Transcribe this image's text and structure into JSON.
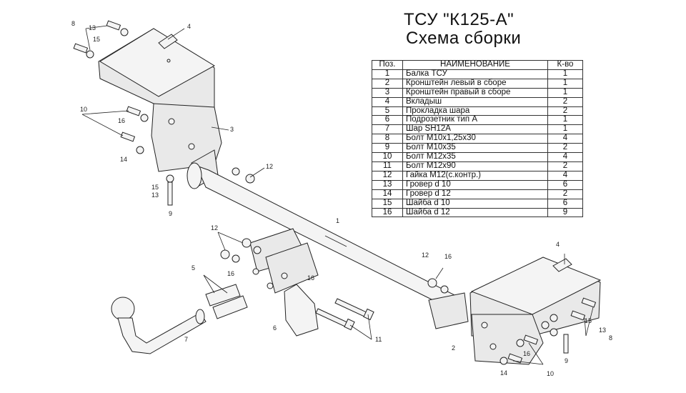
{
  "header": {
    "title": "ТСУ \"К125-А\"",
    "subtitle": "Схема сборки"
  },
  "spec_table": {
    "columns": [
      "Поз.",
      "НАИМЕНОВАНИЕ",
      "К-во"
    ],
    "rows": [
      {
        "pos": "1",
        "name": "Балка ТСУ",
        "qty": "1"
      },
      {
        "pos": "2",
        "name": "Кронштейн левый в сборе",
        "qty": "1"
      },
      {
        "pos": "3",
        "name": "Кронштейн правый в сборе",
        "qty": "1"
      },
      {
        "pos": "4",
        "name": "Вкладыш",
        "qty": "2"
      },
      {
        "pos": "5",
        "name": "Прокладка шара",
        "qty": "2"
      },
      {
        "pos": "6",
        "name": "Подрозетник тип А",
        "qty": "1"
      },
      {
        "pos": "7",
        "name": "Шар SH12A",
        "qty": "1"
      },
      {
        "pos": "8",
        "name": "Болт М10х1,25х30",
        "qty": "4"
      },
      {
        "pos": "9",
        "name": "Болт М10х35",
        "qty": "2"
      },
      {
        "pos": "10",
        "name": "Болт М12х35",
        "qty": "4"
      },
      {
        "pos": "11",
        "name": "Болт М12х90",
        "qty": "2"
      },
      {
        "pos": "12",
        "name": "Гайка М12(с.контр.)",
        "qty": "4"
      },
      {
        "pos": "13",
        "name": "Гровер d 10",
        "qty": "6"
      },
      {
        "pos": "14",
        "name": "Гровер d 12",
        "qty": "2"
      },
      {
        "pos": "15",
        "name": "Шайба d 10",
        "qty": "6"
      },
      {
        "pos": "16",
        "name": "Шайба d 12",
        "qty": "9"
      }
    ]
  },
  "callouts": {
    "c1": "1",
    "c2": "2",
    "c3": "3",
    "c4a": "4",
    "c4b": "4",
    "c5": "5",
    "c6": "6",
    "c7": "7",
    "c8a": "8",
    "c8b": "8",
    "c9a": "9",
    "c9b": "9",
    "c10a": "10",
    "c10b": "10",
    "c11": "11",
    "c12a": "12",
    "c12b": "12",
    "c12c": "12",
    "c13a": "13",
    "c13b": "13",
    "c13c": "13",
    "c14a": "14",
    "c14b": "14",
    "c15a": "15",
    "c15b": "15",
    "c15c": "15",
    "c16a": "16",
    "c16b": "16",
    "c16c": "16",
    "c16d": "16",
    "c16e": "16"
  }
}
